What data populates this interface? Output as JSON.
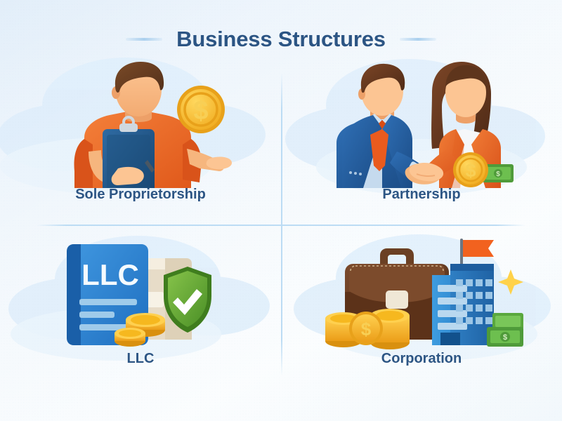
{
  "page": {
    "title": "Business Structures",
    "background_color": "#eef5fc",
    "accent_navy": "#2c5584",
    "accent_light_blue": "#bcdcf4",
    "accent_orange": "#e8601f",
    "accent_gold": "#f5b324",
    "accent_green": "#5ba83c"
  },
  "header": {
    "title": "Business Structures",
    "left_dash": "decorative-dash",
    "right_dash": "decorative-dash"
  },
  "quadrants": [
    {
      "id": "sole-proprietorship",
      "label": "Sole Proprietorship",
      "illustration": "man-holding-clipboard-and-dollar-coin",
      "elements": [
        "person",
        "orange-tshirt",
        "blue-clipboard",
        "gold-dollar-coin",
        "open-palm-hand"
      ]
    },
    {
      "id": "partnership",
      "label": "Partnership",
      "illustration": "two-businesspeople-shaking-hands-with-money",
      "elements": [
        "businessman-blue-suit",
        "orange-necktie",
        "businesswoman-orange-blazer",
        "handshake",
        "gold-dollar-coin",
        "green-cash-bills"
      ]
    },
    {
      "id": "llc",
      "label": "LLC",
      "illustration": "llc-document-with-shield-and-coins",
      "elements": [
        "blue-document",
        "llc-text",
        "beige-folder",
        "green-shield-checkmark",
        "gold-coin-stack"
      ]
    },
    {
      "id": "corporation",
      "label": "Corporation",
      "illustration": "briefcase-office-building-coins-and-cash",
      "elements": [
        "brown-briefcase",
        "blue-office-building",
        "orange-flag",
        "gold-coin-stacks",
        "green-cash-bills",
        "yellow-sparkle"
      ]
    }
  ],
  "document_card": {
    "heading": "LLC",
    "line_count": 3
  },
  "coin_symbol": "$"
}
